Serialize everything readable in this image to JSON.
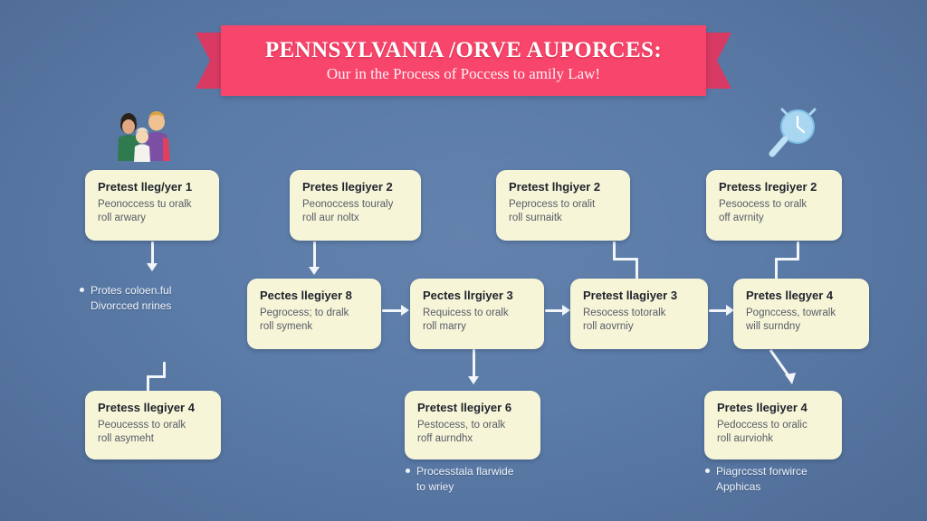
{
  "banner": {
    "title": "PENNSYLVANIA /ORVE AUPORCES:",
    "subtitle": "Our in the Process of Poccess to amily Law!"
  },
  "icons": {
    "family": "family-icon",
    "clock": "clock-magnifier-icon"
  },
  "nodes": {
    "top": [
      {
        "title": "Pretest lleg/yer 1",
        "desc": "Peonoccess tu oralk\nroll arwary"
      },
      {
        "title": "Pretes llegiyer 2",
        "desc": "Peonoccess touraly\nroll aur noltx"
      },
      {
        "title": "Pretest lhgiyer 2",
        "desc": "Peprocess to oralit\nroll surnaitk"
      },
      {
        "title": "Pretess lregiyer 2",
        "desc": "Pesoocess to oralk\noff avrnity"
      }
    ],
    "middle": [
      {
        "title": "Pectes llegiyer 8",
        "desc": "Pegrocess; to dralk\nroll symenk"
      },
      {
        "title": "Pectes llrgiyer 3",
        "desc": "Requicess to oralk\nroll marry"
      },
      {
        "title": "Pretest llagiyer 3",
        "desc": "Resocess totoralk\nroll aovrniy"
      },
      {
        "title": "Pretes llegyer 4",
        "desc": "Pognccess, towralk\nwill surndny"
      }
    ],
    "bottom": [
      {
        "title": "Pretess llegiyer 4",
        "desc": "Peoucesss to oralk\nroll asymeht"
      },
      {
        "title": "Pretest llegiyer 6",
        "desc": "Pestocess, to oralk\nroff aurndhx"
      },
      {
        "title": "Pretes llegiyer 4",
        "desc": "Pedoccess to oralic\nroll aurviohk"
      }
    ]
  },
  "notes": [
    {
      "line1": "Protes coloen.ful",
      "line2": "Divorcced nrines"
    },
    {
      "line1": "Processtala flarwide",
      "line2": "to wriey"
    },
    {
      "line1": "Piagrccsst forwirce",
      "line2": "Apphicas"
    }
  ],
  "colors": {
    "background": "#5b7ba8",
    "ribbon": "#f8456b",
    "ribbon_tail": "#d93a63",
    "node_fill": "#f7f5d8",
    "connector": "#f2f5f9",
    "node_title": "#20242c",
    "node_desc": "#565c66"
  }
}
